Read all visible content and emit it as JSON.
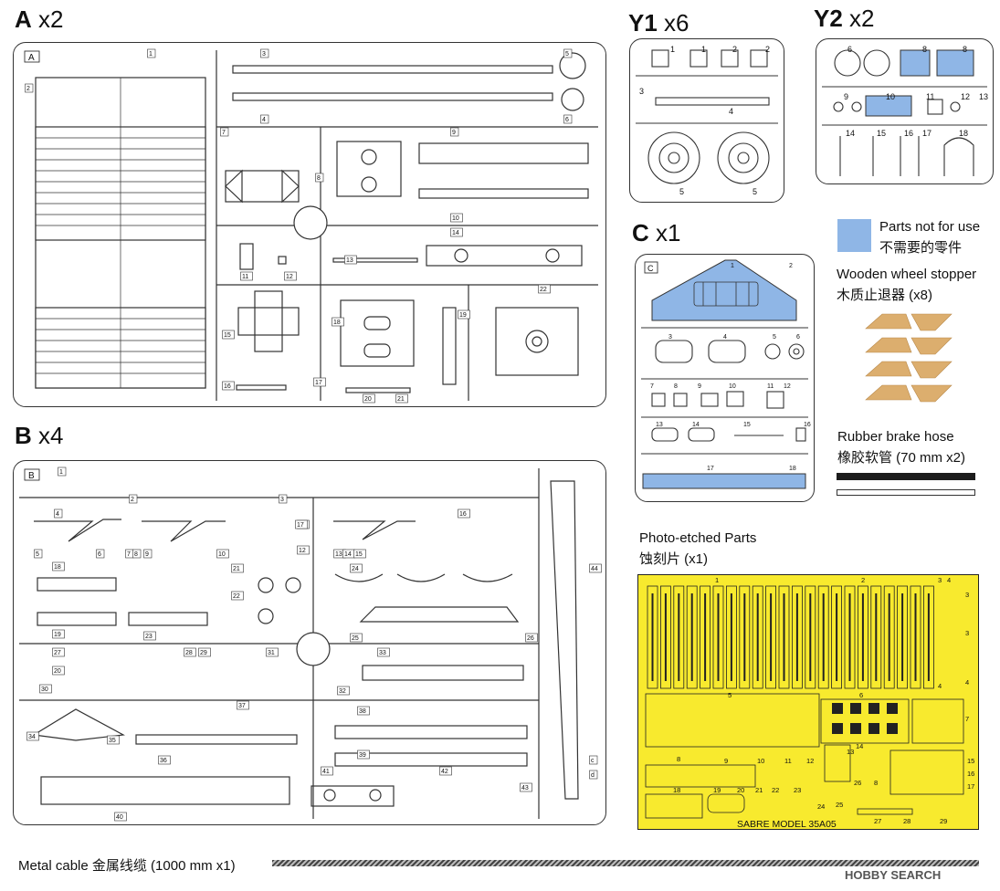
{
  "sheets": {
    "A": {
      "letter": "A",
      "qty": "x2",
      "tag": "A"
    },
    "B": {
      "letter": "B",
      "qty": "x4",
      "tag": "B"
    },
    "Y1": {
      "letter": "Y1",
      "qty": "x6"
    },
    "Y2": {
      "letter": "Y2",
      "qty": "x2"
    },
    "C": {
      "letter": "C",
      "qty": "x1",
      "tag": "C"
    }
  },
  "sprue_a_numbers": [
    "1",
    "2",
    "3",
    "4",
    "5",
    "6",
    "7",
    "8",
    "9",
    "10",
    "11",
    "12",
    "13",
    "14",
    "15",
    "16",
    "17",
    "18",
    "19",
    "20",
    "21",
    "22"
  ],
  "sprue_b_numbers": [
    "1",
    "2",
    "3",
    "4",
    "5",
    "6",
    "7",
    "8",
    "9",
    "10",
    "11",
    "12",
    "13",
    "14",
    "15",
    "16",
    "17",
    "18",
    "19",
    "20",
    "21",
    "22",
    "23",
    "24",
    "25",
    "26",
    "27",
    "28",
    "29",
    "30",
    "31",
    "32",
    "33",
    "34",
    "35",
    "36",
    "37",
    "38",
    "39",
    "40",
    "41",
    "42",
    "43",
    "44",
    "c",
    "d"
  ],
  "sprue_y1_numbers": [
    "1",
    "1",
    "2",
    "2",
    "3",
    "4",
    "5",
    "5"
  ],
  "sprue_y2_numbers": [
    "6",
    "8",
    "8",
    "9",
    "10",
    "11",
    "12",
    "13",
    "14",
    "15",
    "16",
    "17",
    "18"
  ],
  "sprue_c_numbers": [
    "1",
    "2",
    "3",
    "4",
    "5",
    "6",
    "7",
    "8",
    "9",
    "10",
    "11",
    "12",
    "13",
    "14",
    "15",
    "16",
    "17",
    "18"
  ],
  "legend": {
    "unused_en": "Parts not for use",
    "unused_zh": "不需要的零件",
    "stopper_en": "Wooden wheel stopper",
    "stopper_zh": "木质止退器 (x8)",
    "hose_en": "Rubber brake hose",
    "hose_zh": "橡胶软管 (70 mm x2)"
  },
  "photo_etched": {
    "title_en": "Photo-etched Parts",
    "title_zh": "蚀刻片 (x1)",
    "brand": "SABRE MODEL 35A05",
    "numbers": [
      "1",
      "2",
      "3",
      "4",
      "3",
      "3",
      "4",
      "4",
      "5",
      "6",
      "7",
      "8",
      "9",
      "10",
      "11",
      "12",
      "13",
      "14",
      "15",
      "16",
      "17",
      "18",
      "19",
      "20",
      "21",
      "22",
      "23",
      "24",
      "25",
      "26",
      "8",
      "27",
      "28",
      "29"
    ]
  },
  "cable": {
    "text": "Metal cable 金属线缆 (1000 mm x1)"
  },
  "watermark": "HOBBY SEARCH",
  "colors": {
    "unused": "#8fb6e6",
    "wood": "#dcae6e",
    "etch": "#f8ea2e",
    "line": "#333333"
  }
}
